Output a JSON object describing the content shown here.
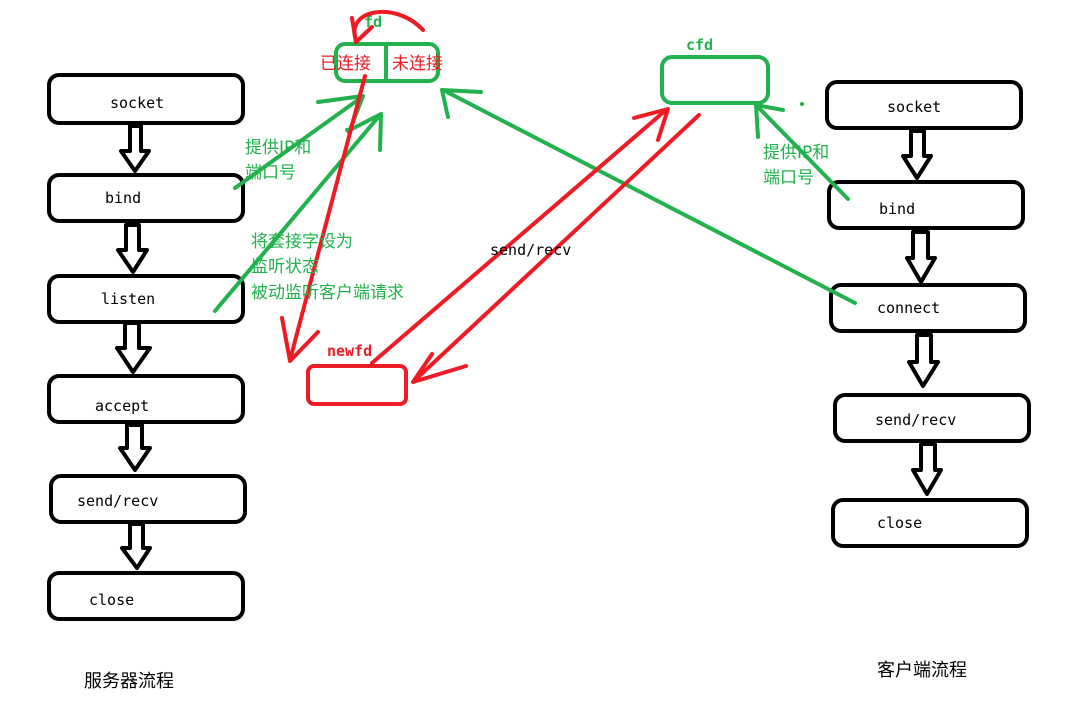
{
  "colors": {
    "black": "#000000",
    "green": "#22b14c",
    "red": "#ed1c24"
  },
  "server": {
    "steps": [
      "socket",
      "bind",
      "listen",
      "accept",
      "send/recv",
      "close"
    ],
    "caption": "服务器流程"
  },
  "client": {
    "steps": [
      "socket",
      "bind",
      "connect",
      "send/recv",
      "close"
    ],
    "caption": "客户端流程"
  },
  "listen_fd": {
    "label": "fd",
    "connected": "已连接",
    "unconnected": "未连接"
  },
  "client_fd": {
    "label": "cfd"
  },
  "new_fd": {
    "label": "newfd"
  },
  "annotations": {
    "server_bind": [
      "提供IP和",
      "端口号"
    ],
    "server_listen": [
      "将套接字设为",
      "监听状态",
      "被动监听客户端请求"
    ],
    "client_bind": [
      "提供IP和",
      "端口号"
    ],
    "transfer": "send/recv"
  }
}
